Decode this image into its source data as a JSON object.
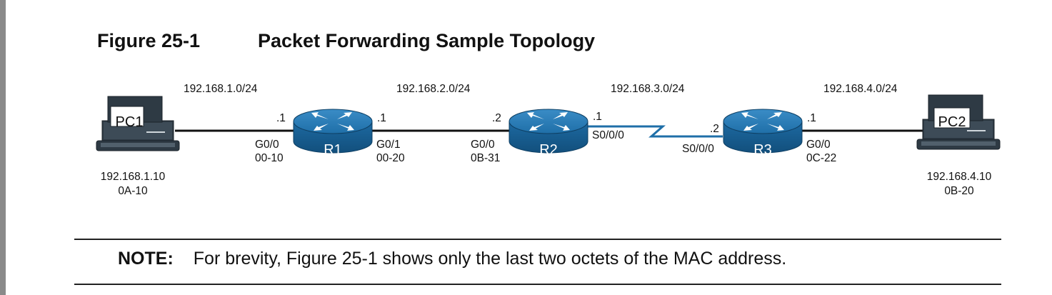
{
  "figure": {
    "number": "Figure 25-1",
    "title": "Packet Forwarding Sample Topology"
  },
  "networks": [
    "192.168.1.0/24",
    "192.168.2.0/24",
    "192.168.3.0/24",
    "192.168.4.0/24"
  ],
  "pc1": {
    "name": "PC1",
    "ip": "192.168.1.10",
    "mac": "0A-10"
  },
  "pc2": {
    "name": "PC2",
    "ip": "192.168.4.10",
    "mac": "0B-20"
  },
  "r1": {
    "name": "R1",
    "left_host": ".1",
    "left_intf": "G0/0",
    "left_mac": "00-10",
    "right_host": ".1",
    "right_intf": "G0/1",
    "right_mac": "00-20"
  },
  "r2": {
    "name": "R2",
    "left_host": ".2",
    "left_intf": "G0/0",
    "left_mac": "0B-31",
    "right_host": ".1",
    "right_intf": "S0/0/0"
  },
  "r3": {
    "name": "R3",
    "left_host": ".2",
    "left_intf": "S0/0/0",
    "right_host": ".1",
    "right_intf": "G0/0",
    "right_mac": "0C-22"
  },
  "note": {
    "label": "NOTE:",
    "text": "For brevity, Figure 25-1 shows only the last two octets of the MAC address."
  },
  "colors": {
    "router_top": "#1f6fa8",
    "router_body": "#155a8c",
    "pc_body": "#2e3a44",
    "link": "#111111"
  }
}
